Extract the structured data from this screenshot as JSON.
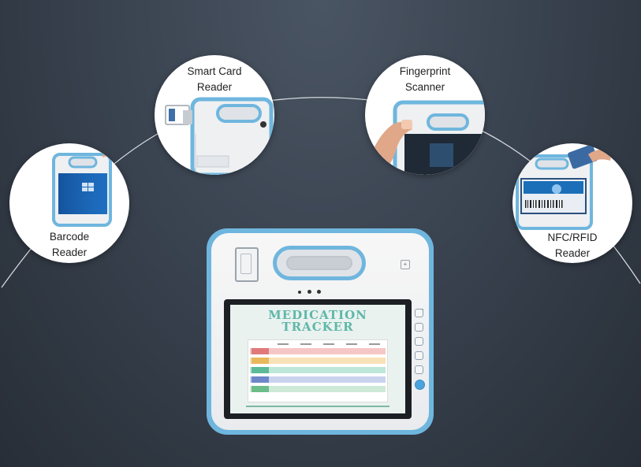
{
  "features": {
    "smart_card": {
      "line1": "Smart Card",
      "line2": "Reader"
    },
    "fingerprint": {
      "line1": "Fingerprint",
      "line2": "Scanner"
    },
    "barcode": {
      "line1": "Barcode",
      "line2": "Reader"
    },
    "nfc": {
      "line1": "NFC/RFID",
      "line2": "Reader"
    }
  },
  "screen": {
    "title_line1": "MEDICATION",
    "title_line2": "TRACKER"
  },
  "colors": {
    "background": "#333b45",
    "tablet_accent": "#6fb6de",
    "tracker_title": "#5fb7a8",
    "row_colors": [
      "#f6c6c6",
      "#f8e2b8",
      "#bfe7d9",
      "#c9d3ee",
      "#cfe9d8"
    ]
  }
}
